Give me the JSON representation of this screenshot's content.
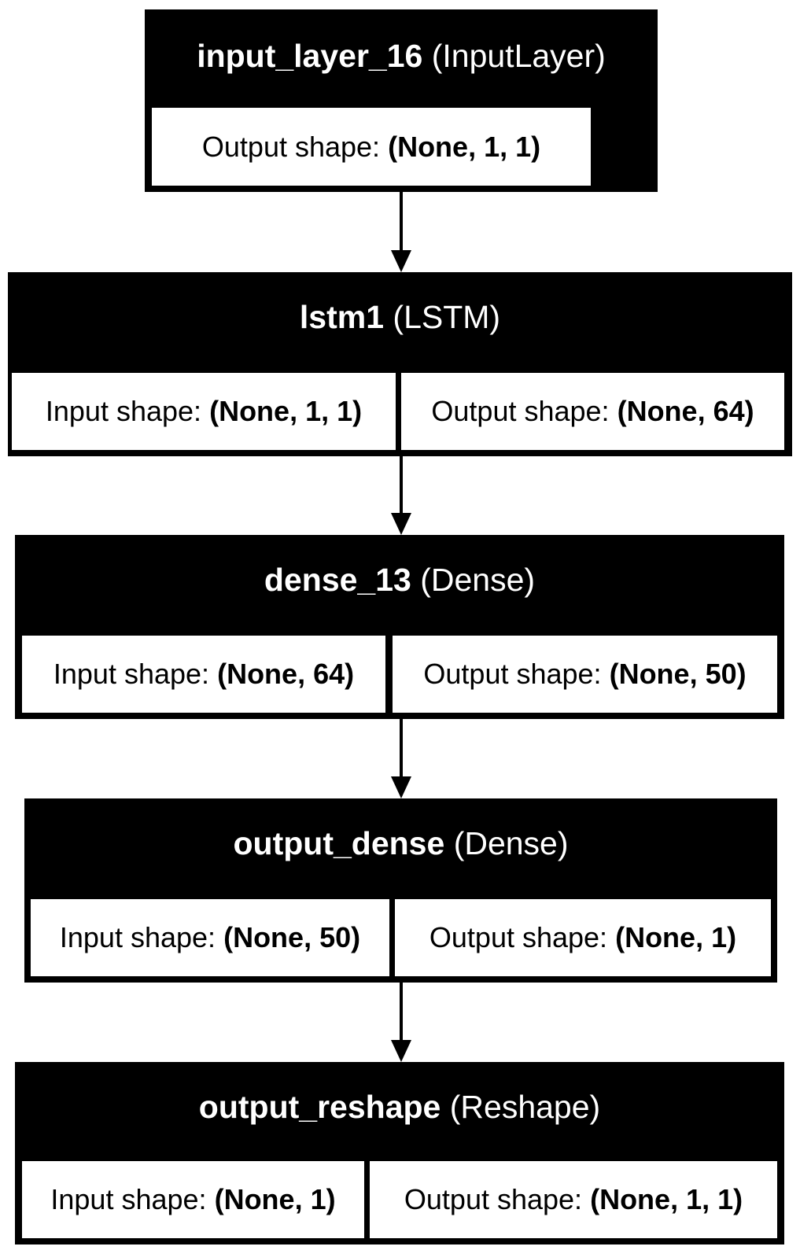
{
  "layers": [
    {
      "name": "input_layer_16",
      "type": "(InputLayer)",
      "output_label": "Output shape:",
      "output": "(None, 1, 1)"
    },
    {
      "name": "lstm1",
      "type": "(LSTM)",
      "input_label": "Input shape:",
      "input": "(None, 1, 1)",
      "output_label": "Output shape:",
      "output": "(None, 64)"
    },
    {
      "name": "dense_13",
      "type": "(Dense)",
      "input_label": "Input shape:",
      "input": "(None, 64)",
      "output_label": "Output shape:",
      "output": "(None, 50)"
    },
    {
      "name": "output_dense",
      "type": "(Dense)",
      "input_label": "Input shape:",
      "input": "(None, 50)",
      "output_label": "Output shape:",
      "output": "(None, 1)"
    },
    {
      "name": "output_reshape",
      "type": "(Reshape)",
      "input_label": "Input shape:",
      "input": "(None, 1)",
      "output_label": "Output shape:",
      "output": "(None, 1, 1)"
    }
  ],
  "edges": [
    {
      "from": "input_layer_16",
      "to": "lstm1"
    },
    {
      "from": "lstm1",
      "to": "dense_13"
    },
    {
      "from": "dense_13",
      "to": "output_dense"
    },
    {
      "from": "output_dense",
      "to": "output_reshape"
    }
  ]
}
